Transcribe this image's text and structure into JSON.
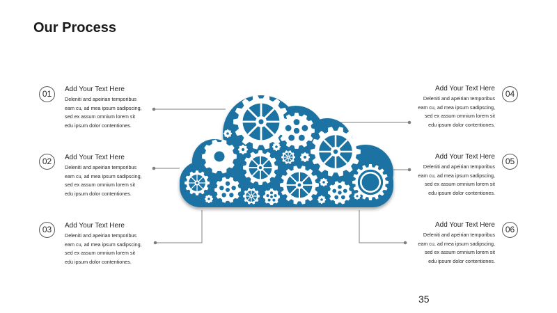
{
  "slide": {
    "title": "Our Process",
    "page_number": "35"
  },
  "steps": [
    {
      "number": "01",
      "heading": "Add Your Text Here",
      "lines": [
        "Deleniti  and apeirian temporibus",
        "eam cu, ad mea ipsum sadipscing,",
        "sed ex assum  omnium lorem sit",
        "edu  ipsum dolor contentiones."
      ]
    },
    {
      "number": "02",
      "heading": "Add Your Text Here",
      "lines": [
        "Deleniti  and apeirian temporibus",
        "eam cu, ad mea ipsum sadipscing,",
        "sed ex assum  omnium lorem sit",
        "edu  ipsum dolor contentiones."
      ]
    },
    {
      "number": "03",
      "heading": "Add Your Text Here",
      "lines": [
        "Deleniti  and apeirian temporibus",
        "eam cu, ad mea ipsum sadipscing,",
        "sed ex assum  omnium lorem sit",
        "edu  ipsum dolor contentiones."
      ]
    },
    {
      "number": "04",
      "heading": "Add Your Text Here",
      "lines": [
        "Deleniti  and apeirian temporibus",
        "eam cu, ad mea ipsum sadipscing,",
        "sed ex assum  omnium lorem sit",
        "edu  ipsum dolor contentiones."
      ]
    },
    {
      "number": "05",
      "heading": "Add Your Text Here",
      "lines": [
        "Deleniti  and apeirian temporibus",
        "eam cu, ad mea ipsum sadipscing,",
        "sed ex assum  omnium lorem sit",
        "edu  ipsum dolor contentiones."
      ]
    },
    {
      "number": "06",
      "heading": "Add Your Text Here",
      "lines": [
        "Deleniti  and apeirian temporibus",
        "eam cu, ad mea ipsum sadipscing,",
        "sed ex assum  omnium lorem sit",
        "edu  ipsum dolor contentiones."
      ]
    }
  ],
  "colors": {
    "cloud": "#1b73a3",
    "gear": "#ffffff",
    "connector": "#7f7f7f"
  },
  "icons": {
    "cloud": "cloud-icon",
    "gear": "gear-icon"
  }
}
